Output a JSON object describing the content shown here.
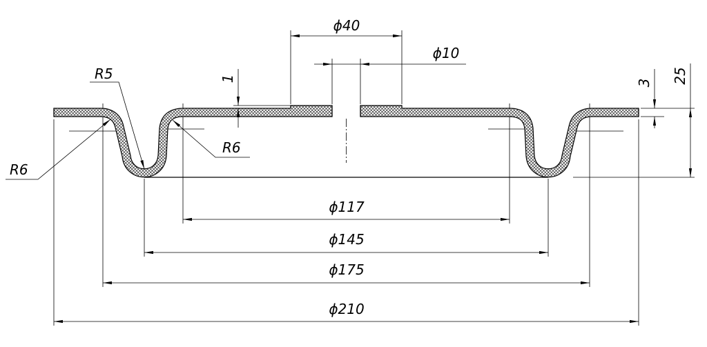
{
  "drawing": {
    "top_dimensions": {
      "boss_diameter": "ϕ40",
      "hole_diameter": "ϕ10",
      "boss_height": "1"
    },
    "right_dimensions": {
      "sheet_thickness": "3",
      "total_height": "25"
    },
    "radii": {
      "groove_bottom": "R5",
      "outer_bend": "R6",
      "inner_bend": "R6"
    },
    "bottom_dimensions": {
      "d117": "ϕ117",
      "d145": "ϕ145",
      "d175": "ϕ175",
      "d210": "ϕ210"
    },
    "colors": {
      "line": "#000000",
      "background": "#ffffff"
    }
  }
}
